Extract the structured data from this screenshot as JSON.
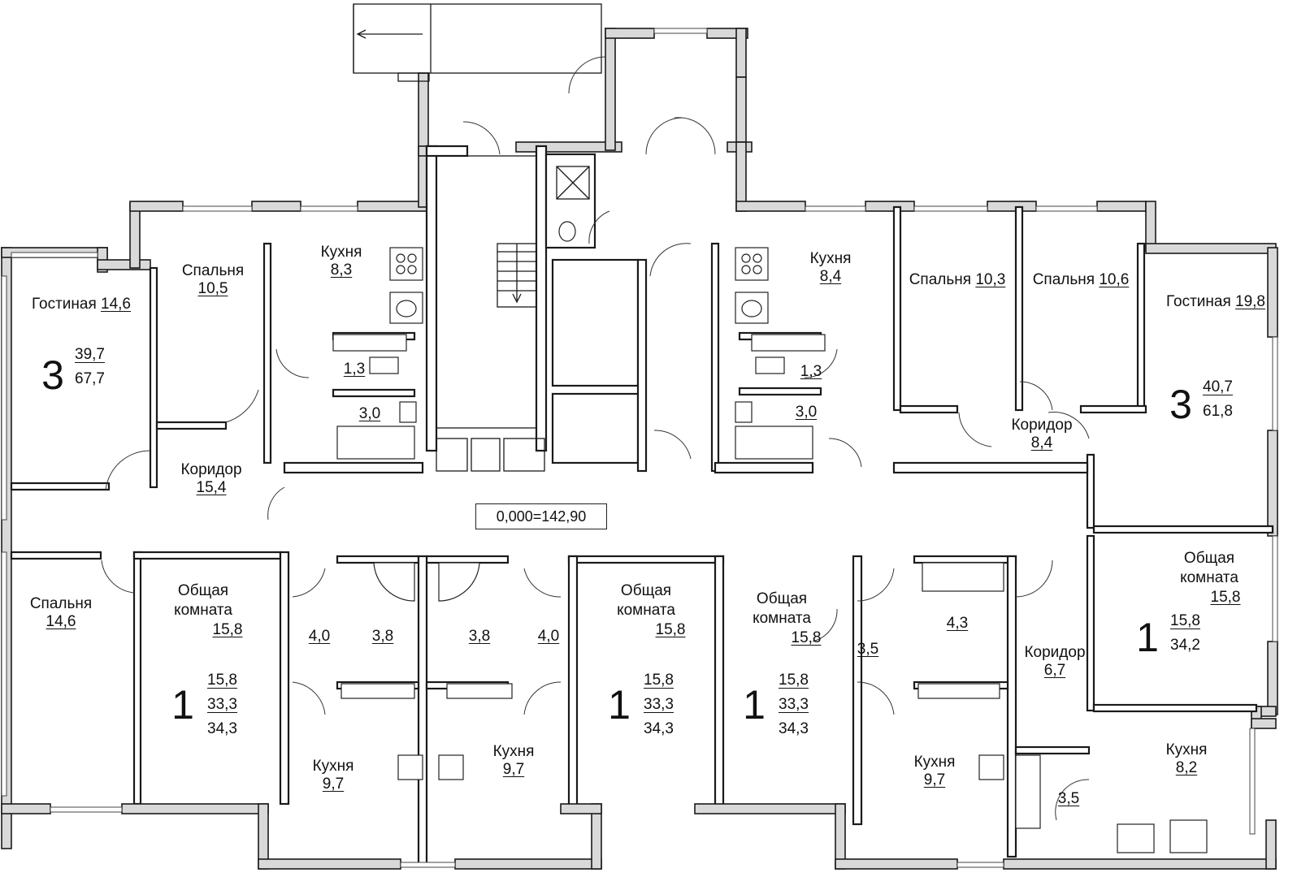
{
  "level_mark": "0,000=142,90",
  "rooms": [
    {
      "id": "r1",
      "name": "Гостиная",
      "area": "14,6",
      "inline": true
    },
    {
      "id": "r2",
      "name": "Спальня",
      "area": "10,5"
    },
    {
      "id": "r3",
      "name": "Кухня",
      "area": "8,3"
    },
    {
      "id": "r4",
      "name": "",
      "area": "1,3"
    },
    {
      "id": "r5",
      "name": "",
      "area": "3,0"
    },
    {
      "id": "r6",
      "name": "Коридор",
      "area": "15,4"
    },
    {
      "id": "r7",
      "name": "Кухня",
      "area": "8,4"
    },
    {
      "id": "r8",
      "name": "",
      "area": "1,3"
    },
    {
      "id": "r9",
      "name": "",
      "area": "3,0"
    },
    {
      "id": "r10",
      "name": "Спальня",
      "area": "10,3",
      "inline": true
    },
    {
      "id": "r11",
      "name": "Спальня",
      "area": "10,6",
      "inline": true
    },
    {
      "id": "r12",
      "name": "Гостиная",
      "area": "19,8",
      "inline": true
    },
    {
      "id": "r13",
      "name": "Коридор",
      "area": "8,4"
    },
    {
      "id": "r14",
      "name": "Спальня",
      "area": "14,6"
    },
    {
      "id": "r15",
      "name": "Общая\nкомната",
      "area": "15,8"
    },
    {
      "id": "r16",
      "name": "",
      "area": "4,0"
    },
    {
      "id": "r17",
      "name": "",
      "area": "3,8"
    },
    {
      "id": "r18",
      "name": "",
      "area": "3,8"
    },
    {
      "id": "r19",
      "name": "",
      "area": "4,0"
    },
    {
      "id": "r20",
      "name": "Общая\nкомната",
      "area": "15,8"
    },
    {
      "id": "r21",
      "name": "Общая\nкомната",
      "area": "15,8"
    },
    {
      "id": "r22",
      "name": "",
      "area": "3,5"
    },
    {
      "id": "r23",
      "name": "",
      "area": "4,3"
    },
    {
      "id": "r24",
      "name": "Коридор",
      "area": "6,7"
    },
    {
      "id": "r25",
      "name": "Общая\nкомната",
      "area": "15,8"
    },
    {
      "id": "r26",
      "name": "Кухня",
      "area": "9,7"
    },
    {
      "id": "r27",
      "name": "Кухня",
      "area": "9,7"
    },
    {
      "id": "r28",
      "name": "Кухня",
      "area": "9,7"
    },
    {
      "id": "r29",
      "name": "",
      "area": "3,5"
    },
    {
      "id": "r30",
      "name": "Кухня",
      "area": "8,2"
    }
  ],
  "apartments": [
    {
      "id": "a1",
      "rooms": "3",
      "areas": [
        "39,7",
        "67,7"
      ]
    },
    {
      "id": "a2",
      "rooms": "3",
      "areas": [
        "40,7",
        "61,8"
      ]
    },
    {
      "id": "a3",
      "rooms": "1",
      "areas": [
        "15,8",
        "33,3",
        "34,3"
      ]
    },
    {
      "id": "a4",
      "rooms": "1",
      "areas": [
        "15,8",
        "33,3",
        "34,3"
      ]
    },
    {
      "id": "a5",
      "rooms": "1",
      "areas": [
        "15,8",
        "33,3",
        "34,3"
      ]
    },
    {
      "id": "a6",
      "rooms": "1",
      "areas": [
        "15,8",
        "34,2"
      ]
    }
  ]
}
